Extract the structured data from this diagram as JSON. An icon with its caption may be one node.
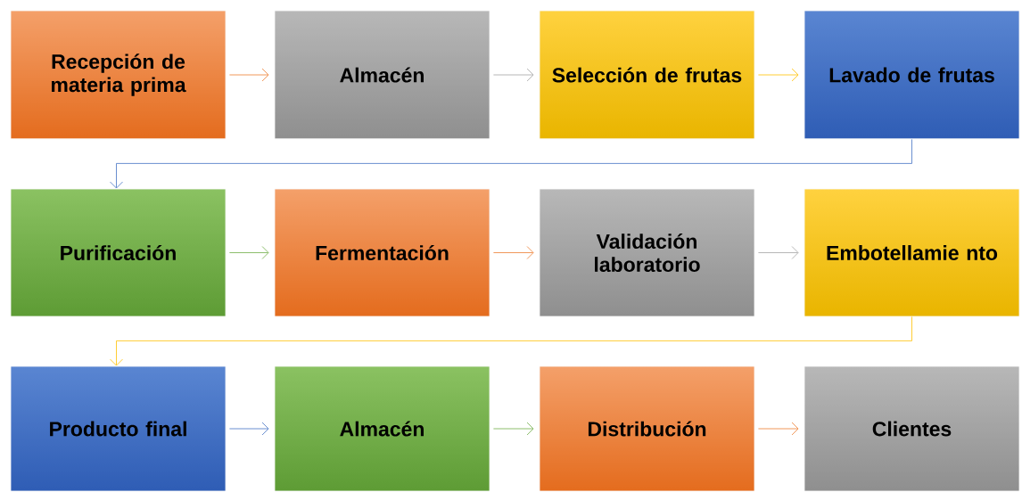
{
  "diagram": {
    "nodes": [
      {
        "text": [
          "Recepción de materia prima"
        ]
      },
      {
        "text": [
          "Almacén"
        ]
      },
      {
        "text": [
          "Selección de frutas"
        ]
      },
      {
        "text": [
          "Lavado de frutas"
        ]
      },
      {
        "text": [
          "Purificación"
        ]
      },
      {
        "text": [
          "Fermentación"
        ]
      },
      {
        "text": [
          "Validación laboratorio"
        ]
      },
      {
        "text": [
          "Embotellamie nto"
        ]
      },
      {
        "text": [
          "Producto final"
        ]
      },
      {
        "text": [
          "Almacén"
        ]
      },
      {
        "text": [
          "Distribución"
        ]
      },
      {
        "text": [
          "Clientes"
        ]
      }
    ],
    "edges": [
      {
        "from": 0,
        "to": 1,
        "arrow": "to",
        "color": "#ed7d31"
      },
      {
        "from": 1,
        "to": 2,
        "arrow": "to",
        "color": "#a5a5a5"
      },
      {
        "from": 2,
        "to": 3,
        "arrow": "to",
        "color": "#ffc000"
      },
      {
        "from": 3,
        "to": 4,
        "arrow": "to",
        "color": "#4472c4"
      },
      {
        "from": 4,
        "to": 5,
        "arrow": "to",
        "color": "#70ad47"
      },
      {
        "from": 5,
        "to": 6,
        "arrow": "to",
        "color": "#ed7d31"
      },
      {
        "from": 6,
        "to": 7,
        "arrow": "to",
        "color": "#a5a5a5"
      },
      {
        "from": 7,
        "to": 8,
        "arrow": "to",
        "color": "#ffc000"
      },
      {
        "from": 8,
        "to": 9,
        "arrow": "to",
        "color": "#4472c4"
      },
      {
        "from": 9,
        "to": 10,
        "arrow": "to",
        "color": "#70ad47"
      },
      {
        "from": 10,
        "to": 11,
        "arrow": "to",
        "color": "#ed7d31"
      }
    ]
  }
}
